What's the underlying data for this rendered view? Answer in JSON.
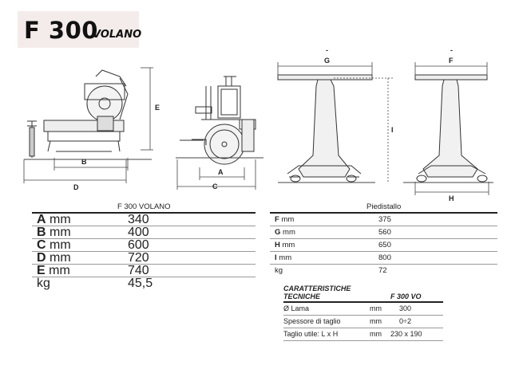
{
  "title": {
    "model": "F 300",
    "variant": "VOLANO"
  },
  "dimension_labels": {
    "A": "A",
    "B": "B",
    "C": "C",
    "D": "D",
    "E": "E",
    "F": "F",
    "G": "G",
    "H": "H",
    "I": "I",
    "dash_g": "-",
    "dash_f": "-"
  },
  "main_table": {
    "header": "F 300 VOLANO",
    "rows": [
      {
        "key": "A",
        "unit": "mm",
        "value": "340"
      },
      {
        "key": "B",
        "unit": "mm",
        "value": "400"
      },
      {
        "key": "C",
        "unit": "mm",
        "value": "600"
      },
      {
        "key": "D",
        "unit": "mm",
        "value": "720"
      },
      {
        "key": "E",
        "unit": "mm",
        "value": "740"
      },
      {
        "key": "",
        "unit": "kg",
        "value": "45,5"
      }
    ]
  },
  "pedestal_table": {
    "header": "Piedistallo",
    "rows": [
      {
        "key": "F",
        "unit": "mm",
        "value": "375"
      },
      {
        "key": "G",
        "unit": "mm",
        "value": "560"
      },
      {
        "key": "H",
        "unit": "mm",
        "value": "650"
      },
      {
        "key": "I",
        "unit": "mm",
        "value": "800"
      },
      {
        "key": "",
        "unit": "kg",
        "value": "72"
      }
    ]
  },
  "tech_table": {
    "header_line1": "CARATTERISTICHE",
    "header_line2": "TECNICHE",
    "header_model": "F 300 VO",
    "rows": [
      {
        "label": "Ø Lama",
        "unit": "mm",
        "value": "300"
      },
      {
        "label": "Spessore di taglio",
        "unit": "mm",
        "value": "0÷2"
      },
      {
        "label": "Taglio utile: L x H",
        "unit": "mm",
        "value": "230 x 190"
      }
    ]
  }
}
